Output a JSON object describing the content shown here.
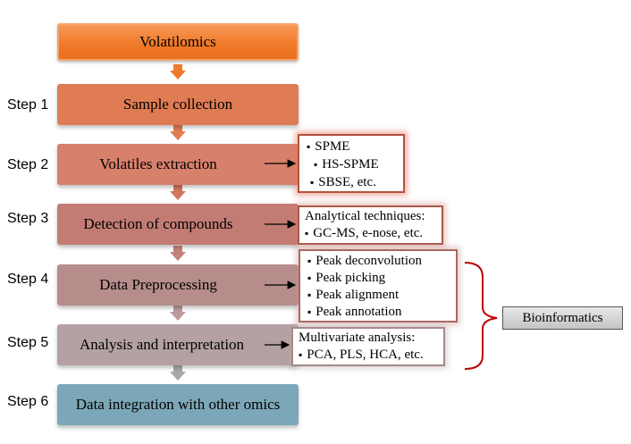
{
  "title": "Volatilomics",
  "steps": [
    {
      "label": "Step 1",
      "text": "Sample collection"
    },
    {
      "label": "Step 2",
      "text": "Volatiles extraction"
    },
    {
      "label": "Step 3",
      "text": "Detection of compounds"
    },
    {
      "label": "Step 4",
      "text": "Data Preprocessing"
    },
    {
      "label": "Step 5",
      "text": "Analysis and interpretation"
    },
    {
      "label": "Step 6",
      "text": "Data integration with other omics"
    }
  ],
  "details": {
    "step2": [
      "SPME",
      "HS-SPME",
      "SBSE, etc."
    ],
    "step3": {
      "heading": "Analytical techniques:",
      "items": [
        "GC-MS, e-nose, etc."
      ]
    },
    "step4": [
      "Peak deconvolution",
      "Peak picking",
      "Peak alignment",
      "Peak annotation"
    ],
    "step5": {
      "heading": "Multivariate analysis:",
      "items": [
        "PCA, PLS, HCA, etc."
      ]
    }
  },
  "bracket_label": "Bioinformatics",
  "colors": {
    "title_box": "#f07a2a",
    "step1": "#e07c54",
    "step2": "#d7806c",
    "step3": "#c27c73",
    "step4": "#b78d8c",
    "step5": "#b3a1a3",
    "step6": "#7ca7b8",
    "bracket": "#c00000"
  }
}
